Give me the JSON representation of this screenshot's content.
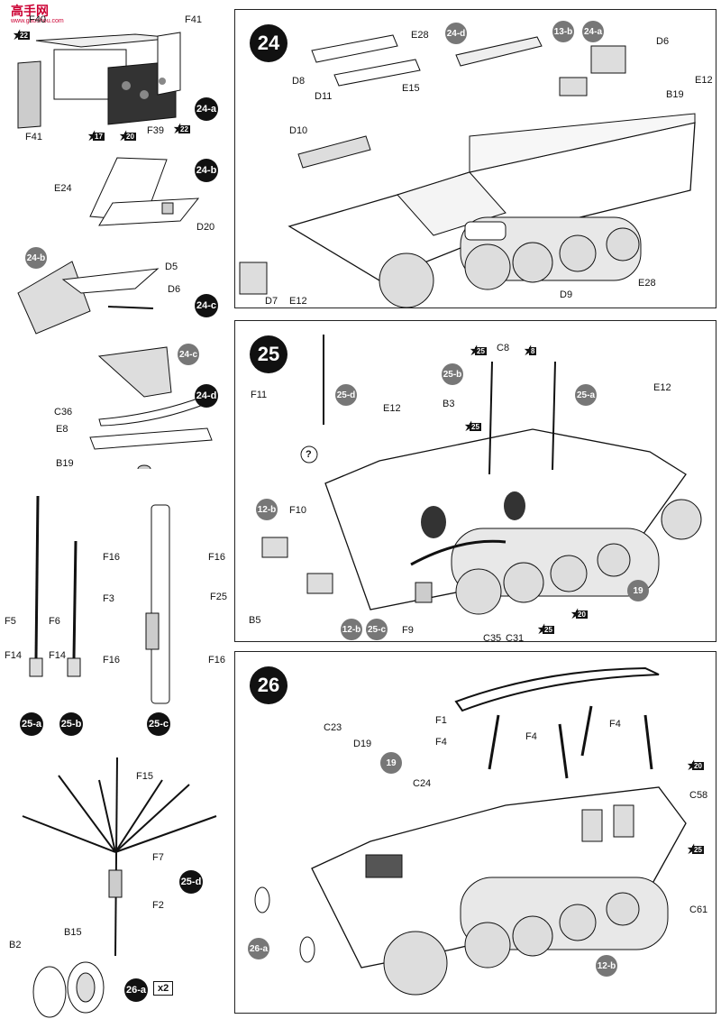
{
  "watermark": {
    "text": "高手网",
    "sub": "www.gaoshou.com"
  },
  "left_column": {
    "sub24a": {
      "badge": "24-a",
      "labels": [
        "F40",
        "F41",
        "F41",
        "F39"
      ],
      "stars": [
        "22",
        "17",
        "20",
        "22"
      ]
    },
    "sub24b": {
      "badge": "24-b",
      "labels": [
        "E24",
        "D20"
      ]
    },
    "sub24c": {
      "badge": "24-c",
      "ref": "24-b",
      "labels": [
        "D5",
        "D6"
      ]
    },
    "sub24d": {
      "badge": "24-d",
      "ref": "24-c",
      "labels": [
        "C36",
        "E8",
        "B19"
      ]
    },
    "sub25a": {
      "badge": "25-a",
      "labels": [
        "F5",
        "F14"
      ]
    },
    "sub25b": {
      "badge": "25-b",
      "labels": [
        "F6",
        "F14"
      ]
    },
    "sub25c": {
      "badge": "25-c",
      "labels": [
        "F16",
        "F16",
        "F3",
        "F25",
        "F16",
        "F16"
      ]
    },
    "sub25d": {
      "badge": "25-d",
      "labels": [
        "F15",
        "F7",
        "F2"
      ]
    },
    "sub26a": {
      "badge": "26-a",
      "labels": [
        "B2",
        "B15"
      ],
      "qty": "x2"
    }
  },
  "step24": {
    "number": "24",
    "labels": [
      "D8",
      "D11",
      "E28",
      "E15",
      "D6",
      "B19",
      "E12",
      "D10",
      "D7",
      "E12",
      "D9",
      "E28"
    ],
    "refs": [
      "24-d",
      "13-b",
      "24-a"
    ]
  },
  "step25": {
    "number": "25",
    "labels": [
      "F11",
      "E12",
      "B3",
      "C8",
      "E12",
      "F10",
      "B5",
      "F9",
      "C35",
      "C31"
    ],
    "refs": [
      "25-d",
      "25-b",
      "25-a",
      "12-b",
      "12-b",
      "25-c",
      "19"
    ],
    "stars": [
      "25",
      "8",
      "25",
      "20",
      "25"
    ],
    "question": "?"
  },
  "step26": {
    "number": "26",
    "labels": [
      "F1",
      "F4",
      "F4",
      "F4",
      "C23",
      "D19",
      "C24",
      "C58",
      "C61"
    ],
    "refs": [
      "19",
      "26-a",
      "12-b"
    ],
    "stars": [
      "20",
      "25"
    ]
  }
}
